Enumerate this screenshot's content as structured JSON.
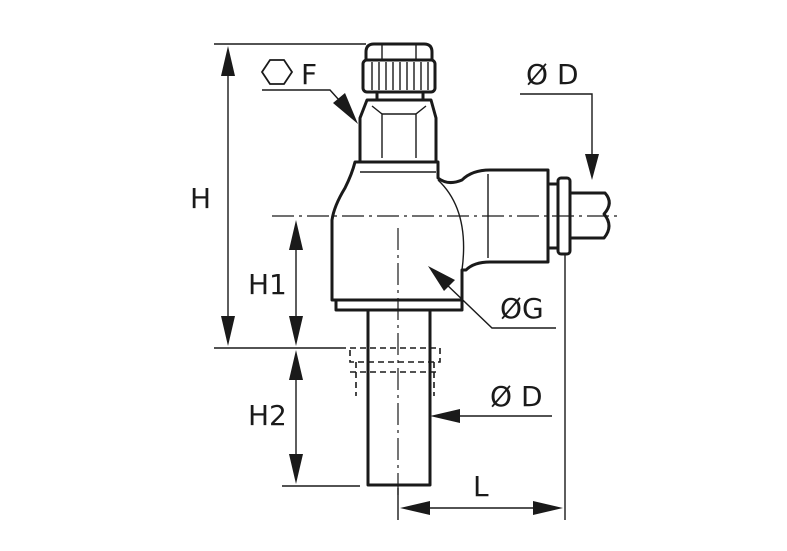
{
  "labels": {
    "F": "F",
    "H": "H",
    "H1": "H1",
    "H2": "H2",
    "D_top": "Ø D",
    "G": "ØG",
    "D_bottom": "Ø D",
    "L": "L"
  },
  "icons": {
    "hexagon": "hexagon-icon"
  }
}
